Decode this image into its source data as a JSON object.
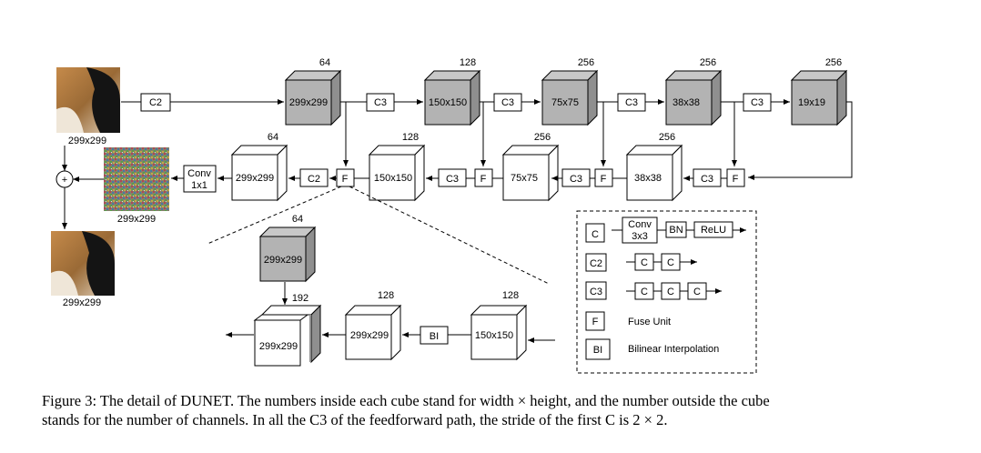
{
  "panda_images": {
    "input_label": "299x299",
    "noise_label": "299x299",
    "output_label": "299x299"
  },
  "encoder": {
    "cubes": [
      {
        "channels": "64",
        "size": "299x299"
      },
      {
        "channels": "128",
        "size": "150x150"
      },
      {
        "channels": "256",
        "size": "75x75"
      },
      {
        "channels": "256",
        "size": "38x38"
      },
      {
        "channels": "256",
        "size": "19x19"
      }
    ],
    "blocks": [
      "C2",
      "C3",
      "C3",
      "C3",
      "C3"
    ]
  },
  "decoder": {
    "cubes": [
      {
        "channels": "64",
        "size": "299x299"
      },
      {
        "channels": "128",
        "size": "150x150"
      },
      {
        "channels": "256",
        "size": "75x75"
      },
      {
        "channels": "256",
        "size": "38x38"
      }
    ],
    "blocks": [
      "C2",
      "F",
      "C3",
      "F",
      "C3",
      "F",
      "C3",
      "F"
    ],
    "conv_label_line1": "Conv",
    "conv_label_line2": "1x1",
    "sum_symbol": "+"
  },
  "fuse_detail": {
    "top_cube": {
      "channels": "64",
      "size": "299x299"
    },
    "concat_channels": "192",
    "concat_size": "299x299",
    "mid_cube": {
      "channels": "128",
      "size": "299x299"
    },
    "bi_label": "BI",
    "right_cube": {
      "channels": "128",
      "size": "150x150"
    }
  },
  "legend": {
    "conv_line1": "Conv",
    "conv_line2": "3x3",
    "c_label": "C",
    "bn_label": "BN",
    "relu_label": "ReLU",
    "c2_label": "C2",
    "c3_label": "C3",
    "f_label": "F",
    "f_desc": "Fuse Unit",
    "bi_label": "BI",
    "bi_desc": "Bilinear Interpolation"
  },
  "caption": {
    "line1": "Figure 3: The detail of DUNET. The numbers inside each cube stand for width × height, and the number outside the cube",
    "line2": "stands for the number of channels. In all the C3 of the feedforward path, the stride of the first C is 2 × 2."
  }
}
